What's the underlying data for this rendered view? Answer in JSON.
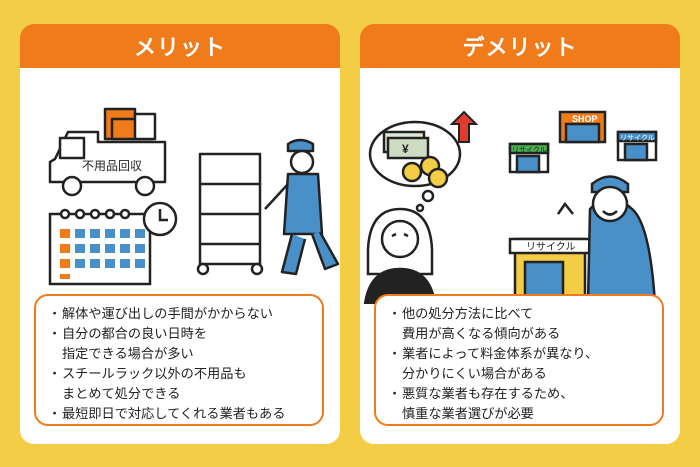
{
  "left_panel": {
    "title": "メリット",
    "truck_label": "不用品回収",
    "items": [
      "解体や運び出しの手間がかからない",
      "自分の都合の良い日時を\n指定できる場合が多い",
      "スチールラック以外の不用品も\nまとめて処分できる",
      "最短即日で対応してくれる業者もある"
    ]
  },
  "right_panel": {
    "title": "デメリット",
    "shop_label": "SHOP",
    "recycle_label_small_1": "リサイクル",
    "recycle_label_small_2": "リサイクル",
    "recycle_label_large": "リサイクル",
    "yen_symbol": "¥",
    "items": [
      "他の処分方法に比べて\n費用が高くなる傾向がある",
      "業者によって料金体系が異なり、\n分かりにくい場合がある",
      "悪質な業者も存在するため、\n慎重な業者選びが必要"
    ]
  },
  "colors": {
    "background": "#f2cd45",
    "accent": "#f07b1a",
    "blue": "#4a90c8",
    "green": "#4caf50"
  },
  "icons": [
    "truck-icon",
    "calendar-icon",
    "clock-icon",
    "worker-cart-icon",
    "money-icon",
    "arrow-up-icon",
    "worried-woman-icon",
    "shop-icon",
    "recycle-shop-icon",
    "staff-icon"
  ]
}
